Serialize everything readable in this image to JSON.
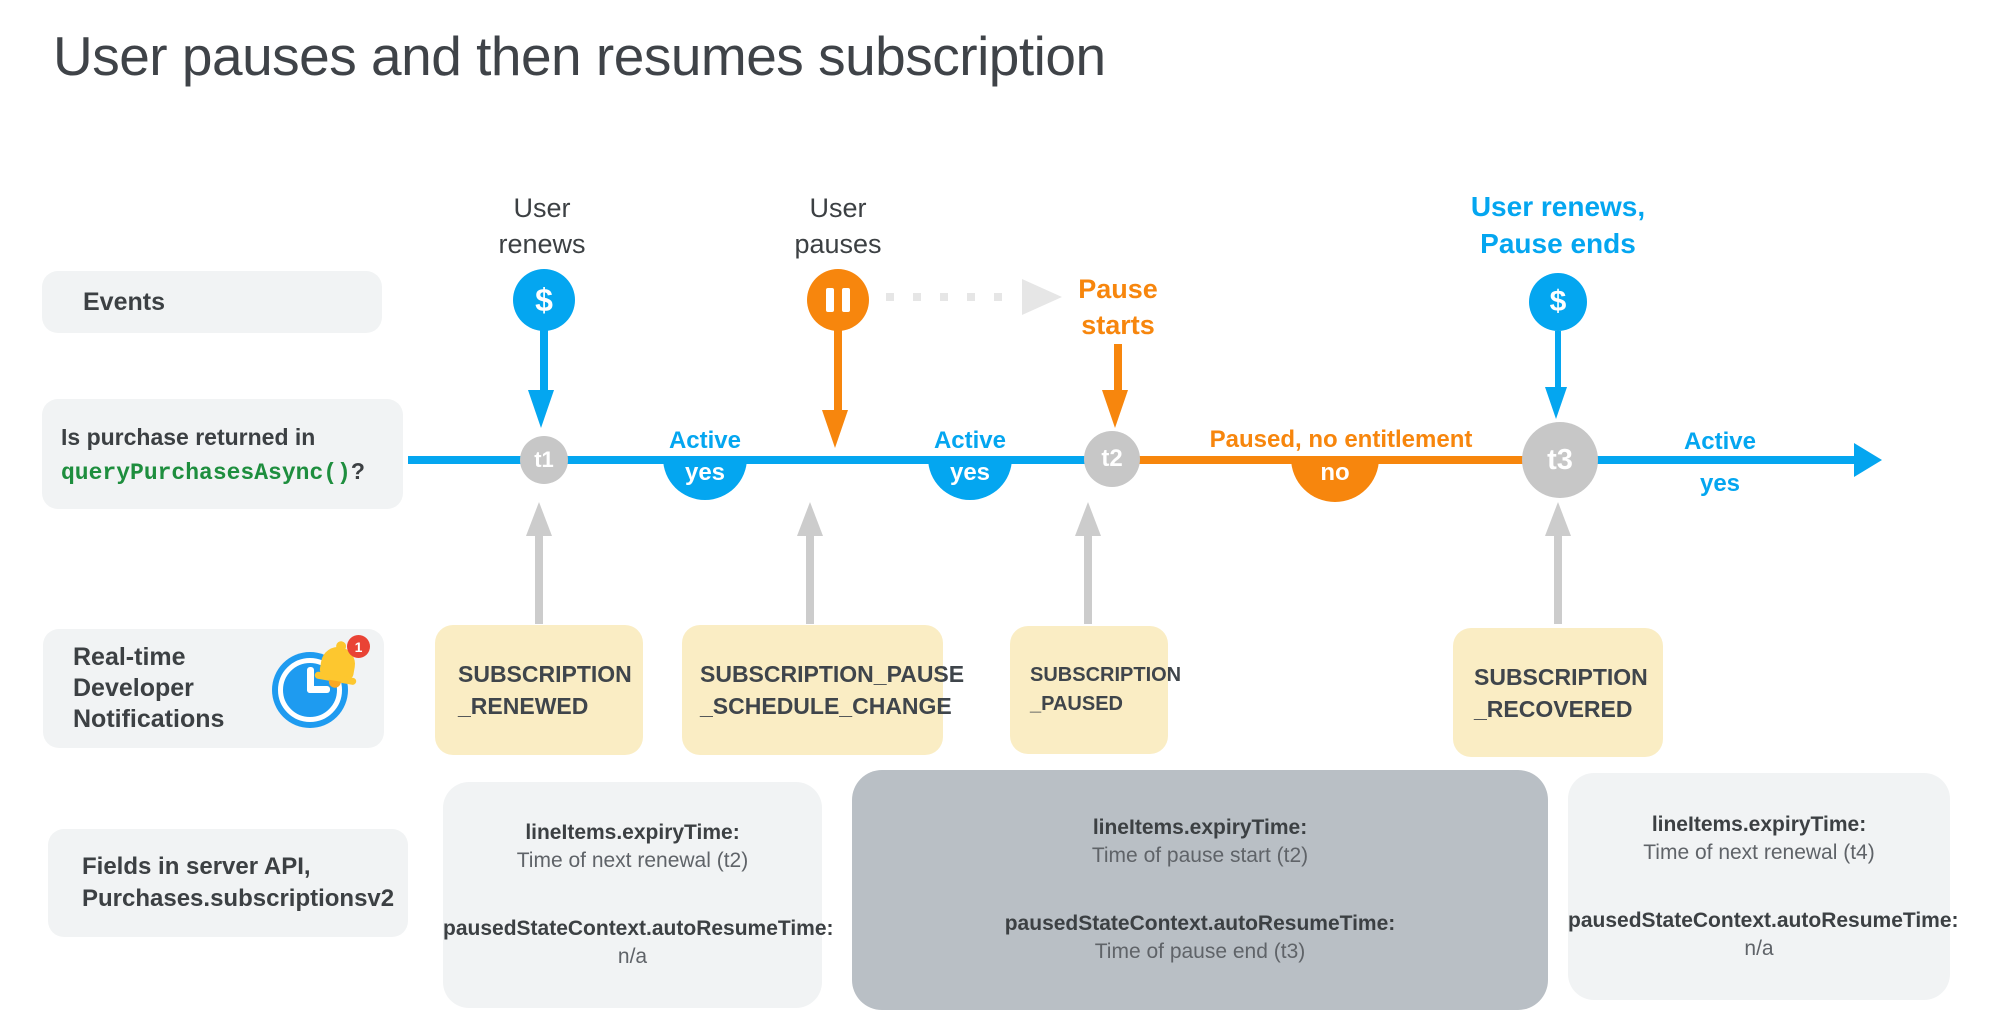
{
  "title": "User pauses and then resumes subscription",
  "row_labels": {
    "events": "Events",
    "purchase_question_line1": "Is purchase returned in",
    "purchase_question_code": "queryPurchasesAsync()",
    "purchase_question_mark": "?",
    "rtdn": [
      "Real-time",
      "Developer",
      "Notifications"
    ],
    "rtdn_badge_count": "1",
    "server_fields_line1": "Fields in server API,",
    "server_fields_line2": "Purchases.subscriptionsv2"
  },
  "events": {
    "renew1": {
      "line1": "User",
      "line2": "renews",
      "symbol": "$"
    },
    "pause": {
      "line1": "User",
      "line2": "pauses"
    },
    "pause_starts": {
      "line1": "Pause",
      "line2": "starts"
    },
    "renew2": {
      "line1": "User renews,",
      "line2": "Pause ends",
      "symbol": "$"
    }
  },
  "timeline": {
    "points": [
      {
        "id": "t1"
      },
      {
        "id": "t2"
      },
      {
        "id": "t3"
      }
    ],
    "states": [
      {
        "label": "Active",
        "value": "yes",
        "color": "blue"
      },
      {
        "label": "Active",
        "value": "yes",
        "color": "blue"
      },
      {
        "label": "Paused, no entitlement",
        "value": "no",
        "color": "orange"
      },
      {
        "label": "Active",
        "value": "yes",
        "color": "blue"
      }
    ]
  },
  "notifications": [
    {
      "line1": "SUBSCRIPTION",
      "line2": "_RENEWED"
    },
    {
      "line1": "SUBSCRIPTION_PAUSE",
      "line2": "_SCHEDULE_CHANGE"
    },
    {
      "line1": "SUBSCRIPTION",
      "line2": "_PAUSED"
    },
    {
      "line1": "SUBSCRIPTION",
      "line2": "_RECOVERED"
    }
  ],
  "api_field_boxes": [
    {
      "emphasized": false,
      "fields": [
        {
          "name": "lineItems.expiryTime:",
          "value": "Time of next renewal (t2)"
        },
        {
          "name": "pausedStateContext.autoResumeTime:",
          "value": "n/a"
        }
      ]
    },
    {
      "emphasized": true,
      "fields": [
        {
          "name": "lineItems.expiryTime:",
          "value": "Time of pause start (t2)"
        },
        {
          "name": "pausedStateContext.autoResumeTime:",
          "value": "Time of pause end (t3)"
        }
      ]
    },
    {
      "emphasized": false,
      "fields": [
        {
          "name": "lineItems.expiryTime:",
          "value": "Time of next renewal (t4)"
        },
        {
          "name": "pausedStateContext.autoResumeTime:",
          "value": "n/a"
        }
      ]
    }
  ],
  "colors": {
    "blue": "#04A6F0",
    "orange": "#F7860D",
    "gray_circle": "#C7C7C7",
    "arrow_gray": "#CCCCCC",
    "dotted_gray": "#E6E6E6",
    "yellow_box": "#FAEDC4",
    "light_box": "#F1F3F4",
    "dark_box": "#B9BFC5",
    "text_dark": "#3C4043",
    "text_secondary": "#5F6368",
    "code_green": "#1E8E3E",
    "clock_blue": "#1E9BF0",
    "bell_yellow": "#FDC72F",
    "badge_red": "#E94335"
  }
}
